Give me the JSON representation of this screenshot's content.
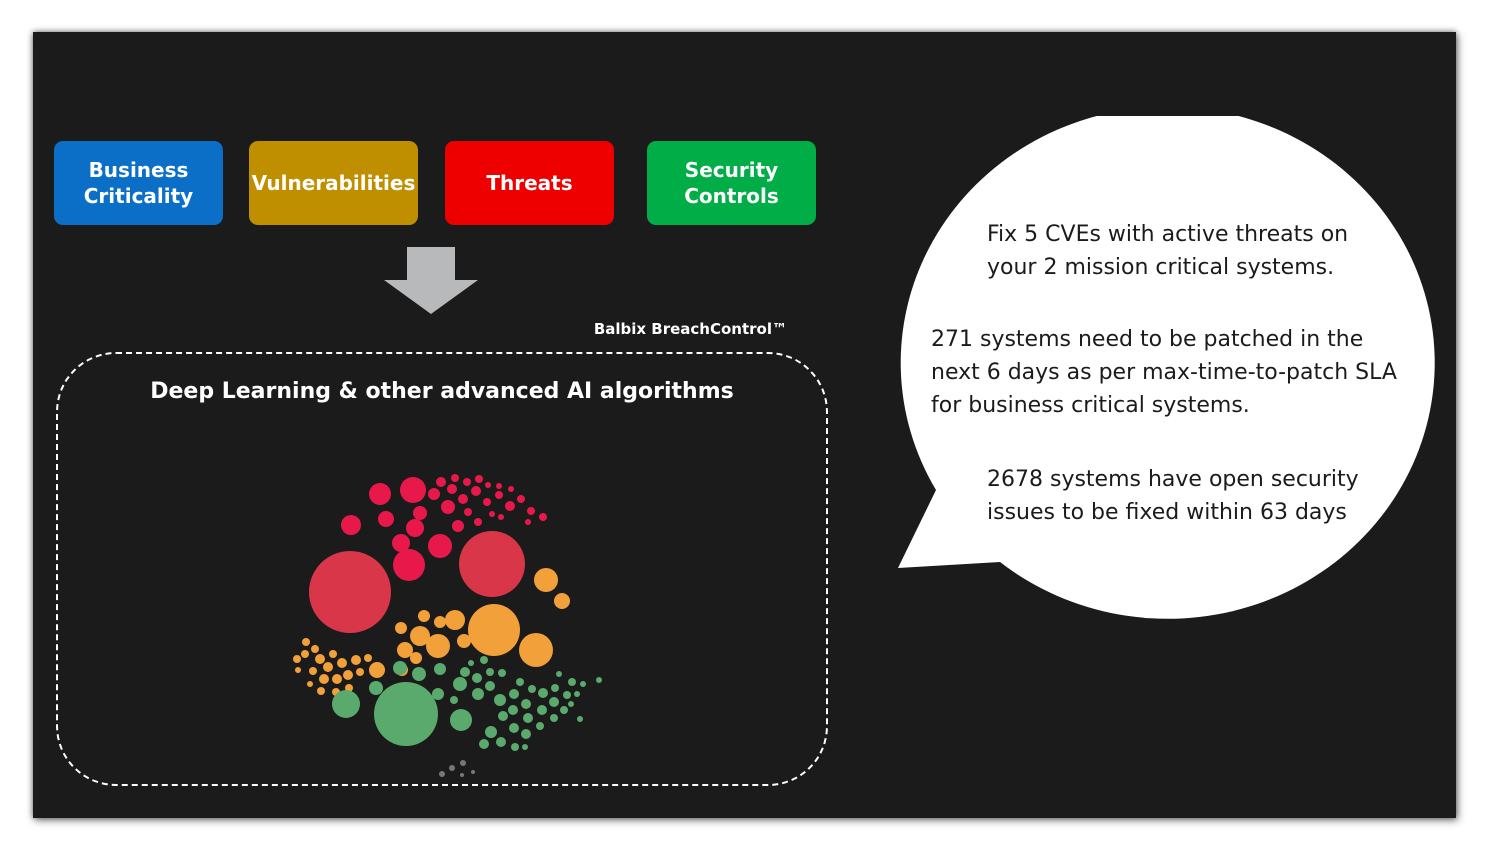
{
  "pills": {
    "business": [
      "Business",
      "Criticality"
    ],
    "vulnerabilities": [
      "Vulnerabilities"
    ],
    "threats": [
      "Threats"
    ],
    "security": [
      "Security",
      "Controls"
    ]
  },
  "brand": "Balbix BreachControl™",
  "ai_box_title": "Deep Learning & other advanced AI algorithms",
  "messages": {
    "m1": [
      "Fix 5 CVEs with active threats on",
      "your 2 mission critical systems."
    ],
    "m2": [
      "271 systems need to be patched in the",
      "next 6 days as per max-time-to-patch SLA",
      "for business critical systems."
    ],
    "m3": [
      "2678 systems have open security",
      "issues to be fixed within 63 days"
    ]
  },
  "colors": {
    "business": "#0b6fc7",
    "vulnerabilities": "#bf8f00",
    "threats": "#ee0000",
    "security": "#00ad46",
    "bubble_red": "#d9364a",
    "bubble_crimson": "#e8194a",
    "bubble_orange": "#f2a03a",
    "bubble_green": "#5aaa6e",
    "bubble_gray": "#777777",
    "arrow": "#b8b9bb"
  },
  "icons": {
    "arrow": "down-arrow-icon",
    "bubble_cluster": "bubble-cluster-graphic"
  }
}
